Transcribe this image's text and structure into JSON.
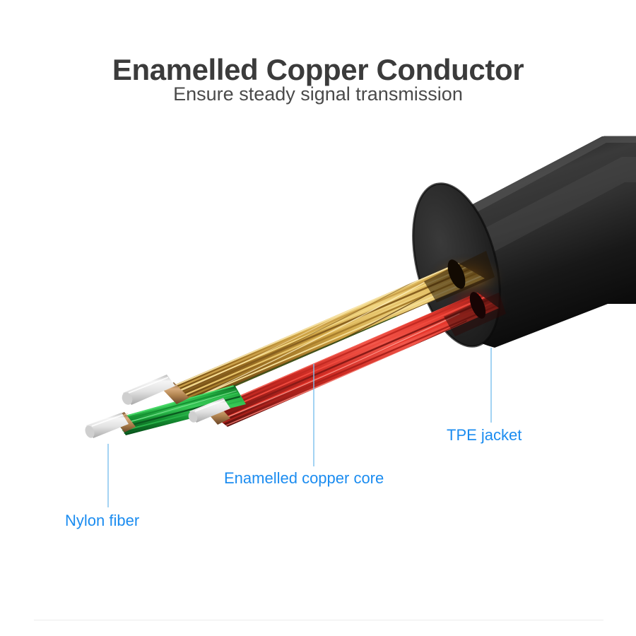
{
  "heading": {
    "title": "Enamelled Copper Conductor",
    "subtitle": "Ensure steady signal transmission"
  },
  "callouts": [
    {
      "id": "nylon-fiber",
      "label": "Nylon fiber"
    },
    {
      "id": "enamelled-copper-core",
      "label": "Enamelled copper core"
    },
    {
      "id": "tpe-jacket",
      "label": "TPE jacket"
    }
  ],
  "colors": {
    "background": "#ffffff",
    "title_text": "#3b3b3b",
    "subtitle_text": "#4a4a4a",
    "callout_text": "#1b8cf0",
    "leader_line": "#7cc0ee",
    "divider": "#ececec",
    "jacket_black": "#1c1c1c",
    "copper_gold_light": "#e8c662",
    "copper_gold_dark": "#6b4a18",
    "wire_red_light": "#e8342c",
    "wire_red_dark": "#8a1a18",
    "wire_green_light": "#1fa83c",
    "wire_green_dark": "#08571d",
    "nylon_white": "#e9e9e9",
    "ferrule_copper": "#b98a5a"
  },
  "illustration": {
    "description": "Cutaway of a round black TPE-jacketed cable; gold enamelled copper, red and green conductor bundles emerge from the cut face, each tipped with a copper ferrule and a white nylon fiber rod.",
    "parts": [
      "tpe-jacket-cylinder",
      "jacket-cut-face",
      "gold-copper-bundle",
      "red-conductor-bundle",
      "green-conductor-bundle",
      "nylon-fiber-rods",
      "copper-ferrules"
    ]
  }
}
